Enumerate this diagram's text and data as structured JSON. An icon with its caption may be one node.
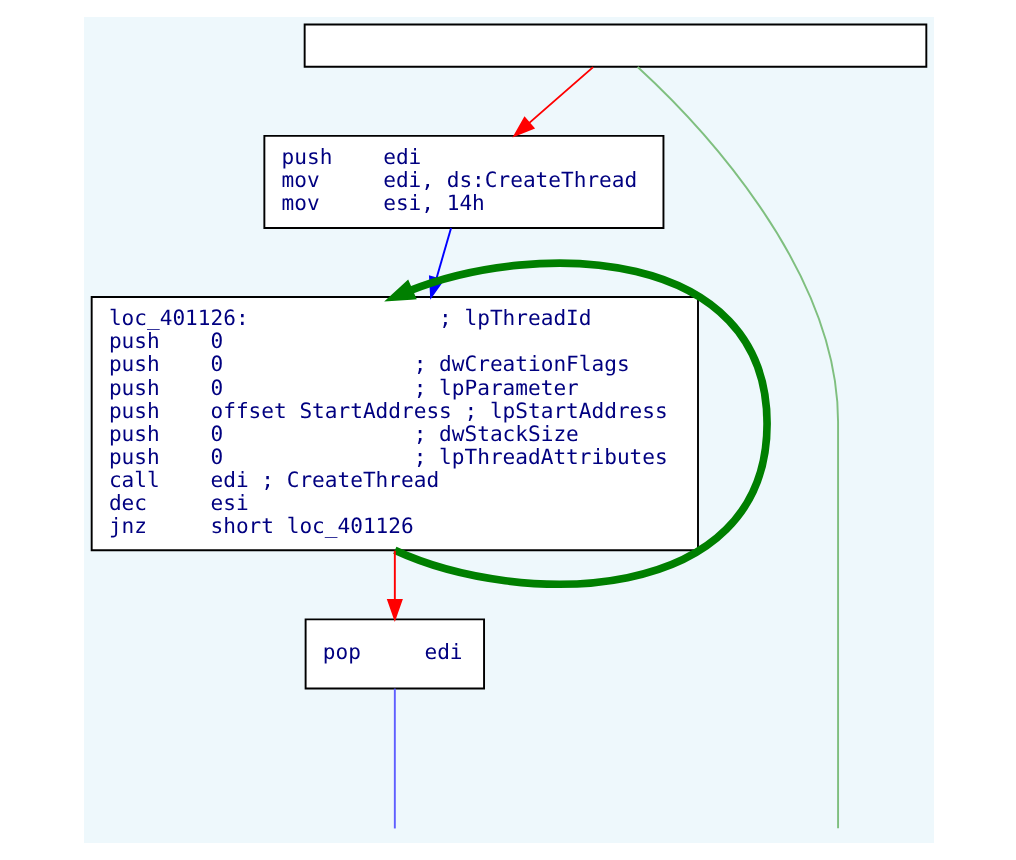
{
  "diagram": {
    "nodes": [
      {
        "text": [],
        "shape": "box"
      },
      {
        "text": [
          "push    edi",
          "mov     edi, ds:CreateThread",
          "mov     esi, 14h"
        ]
      },
      {
        "text": [
          "loc_401126:               ; lpThreadId",
          "push    0",
          "push    0               ; dwCreationFlags",
          "push    0               ; lpParameter",
          "push    offset StartAddress ; lpStartAddress",
          "push    0               ; dwStackSize",
          "push    0               ; lpThreadAttributes",
          "call    edi ; CreateThread",
          "dec     esi",
          "jnz     short loc_401126"
        ]
      },
      {
        "text": [
          "pop     edi"
        ]
      }
    ],
    "edges": [
      {
        "from": 0,
        "to": 1,
        "arrow": "to",
        "color": "#ff0000"
      },
      {
        "from": 0,
        "to": null,
        "arrow": "none",
        "color": "#7fbf7f"
      },
      {
        "from": 1,
        "to": 2,
        "arrow": "to",
        "color": "#0000ff"
      },
      {
        "from": 2,
        "to": 2,
        "arrow": "to",
        "style": "thick",
        "color": "#007f00"
      },
      {
        "from": 2,
        "to": 3,
        "arrow": "to",
        "color": "#ff0000"
      },
      {
        "from": 3,
        "to": null,
        "arrow": "none",
        "color": "#5f5fff"
      }
    ]
  }
}
